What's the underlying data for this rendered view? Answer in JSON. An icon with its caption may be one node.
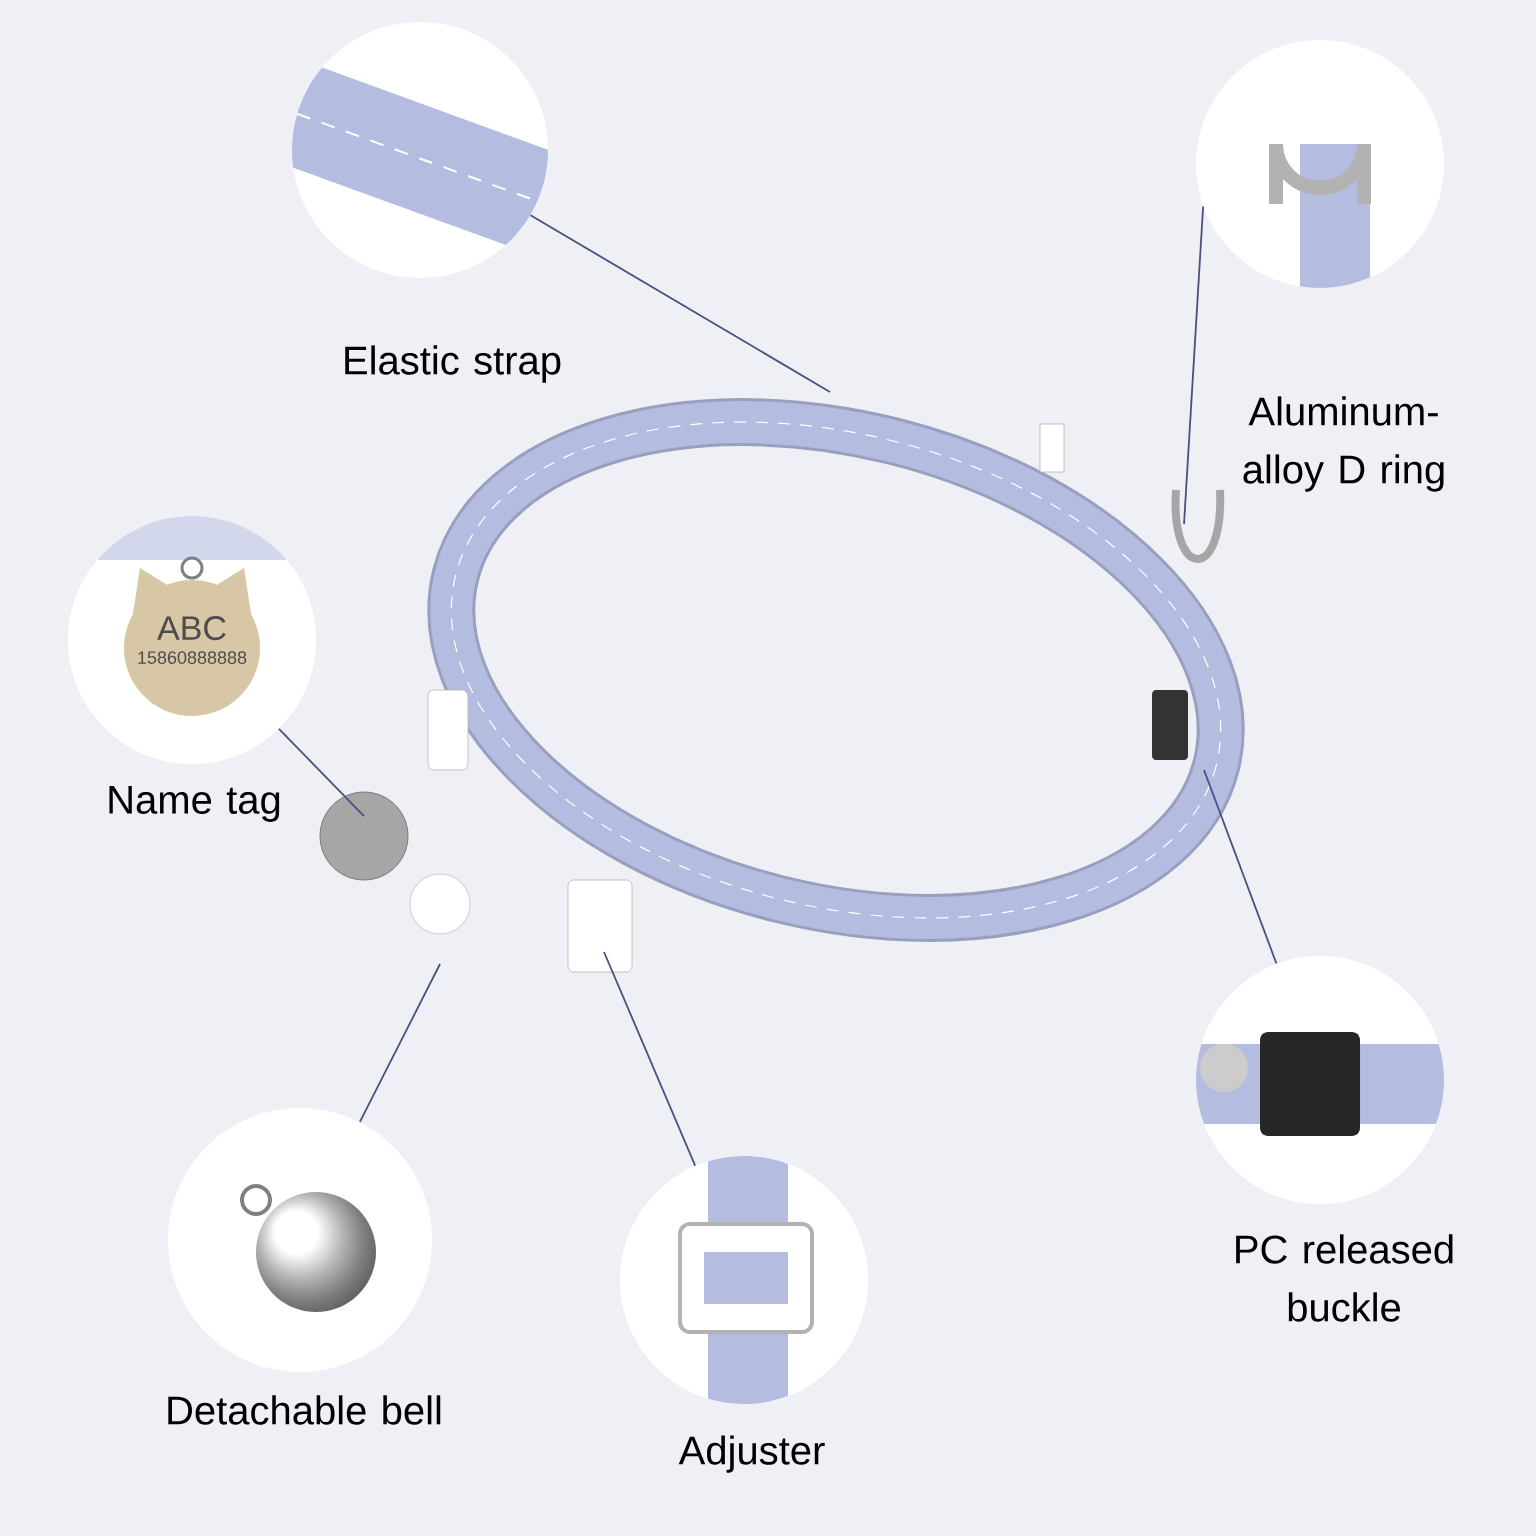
{
  "diagram": {
    "nodes": [
      {
        "text": [],
        "shape": "picture",
        "beside": [
          "Elastic strap"
        ]
      },
      {
        "text": [],
        "shape": "picture",
        "beside": [
          "Aluminum-alloy D ring"
        ]
      },
      {
        "text": [
          "ABC",
          "15860888888"
        ],
        "beside": [
          "Name tag"
        ]
      },
      {
        "text": [],
        "shape": "picture",
        "beside": [
          "PC released buckle"
        ]
      },
      {
        "text": [],
        "shape": "picture",
        "beside": [
          "Detachable bell"
        ]
      },
      {
        "text": [],
        "shape": "picture",
        "beside": [
          "Adjuster"
        ]
      }
    ],
    "edges": [
      {
        "from": 0,
        "to": null,
        "arrow": "none"
      },
      {
        "from": 1,
        "to": null,
        "arrow": "none"
      },
      {
        "from": 2,
        "to": null,
        "arrow": "none"
      },
      {
        "from": 3,
        "to": null,
        "arrow": "none"
      },
      {
        "from": 4,
        "to": null,
        "arrow": "none"
      },
      {
        "from": 5,
        "to": null,
        "arrow": "none"
      }
    ]
  }
}
